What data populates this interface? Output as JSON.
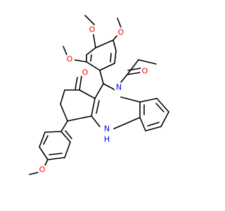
{
  "colors": {
    "bond": "#000000",
    "oxygen": "#ff0000",
    "nitrogen": "#0000ff",
    "background": "#ffffff"
  },
  "atoms": {
    "o1": "O",
    "o2": "O",
    "o3": "O",
    "o_ketone": "O",
    "o_amide": "O",
    "o_aryl": "O",
    "n_amide": "N",
    "n_amine": "N",
    "h_amine": "H"
  }
}
